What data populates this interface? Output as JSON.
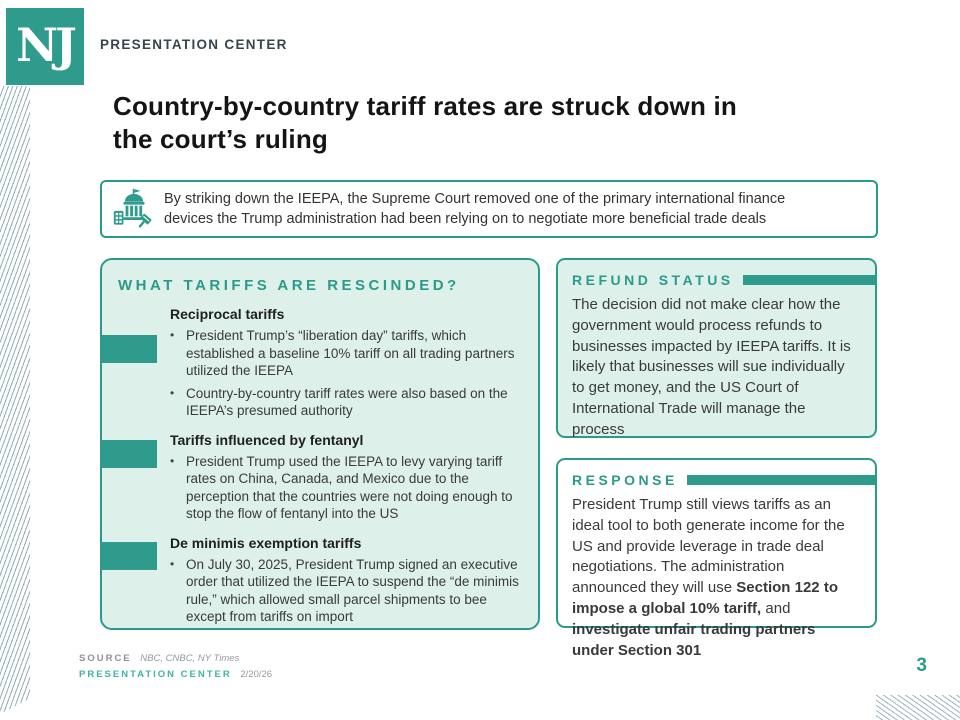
{
  "brand": {
    "logo_text": "NJ",
    "header": "PRESENTATION CENTER"
  },
  "title": "Country-by-country tariff rates are struck down in\nthe court’s ruling",
  "callout": {
    "icon": "capitol-gavel-icon",
    "text": "By striking down the IEEPA, the Supreme Court removed one of the primary international finance\ndevices the Trump administration had been relying on to negotiate more beneficial trade deals"
  },
  "left_panel": {
    "heading": "WHAT TARIFFS ARE RESCINDED?",
    "sections": [
      {
        "heading": "Reciprocal tariffs",
        "bullets": [
          "President Trump’s “liberation day” tariffs, which established a baseline 10% tariff on all trading partners utilized the IEEPA",
          "Country-by-country tariff rates were also based on the IEEPA’s presumed authority"
        ]
      },
      {
        "heading": "Tariffs influenced by fentanyl",
        "bullets": [
          "President Trump used the IEEPA to levy varying tariff rates on China, Canada, and Mexico due to the perception that the countries were not doing enough to stop the flow of fentanyl into the US"
        ]
      },
      {
        "heading": "De minimis exemption tariffs",
        "bullets": [
          "On July 30, 2025, President Trump signed an executive order that utilized the IEEPA to suspend the “de minimis rule,” which allowed small parcel shipments to bee except from tariffs on import"
        ]
      }
    ]
  },
  "refund_panel": {
    "heading": "REFUND STATUS",
    "body": "The decision did not make clear how the government would process refunds to businesses impacted by IEEPA tariffs. It is likely that businesses will sue individually to get money, and the US Court of International Trade will manage the process"
  },
  "response_panel": {
    "heading": "RESPONSE",
    "body_segments": [
      {
        "text": "President Trump still views tariffs as an ideal tool to both generate income for the US and provide leverage in trade deal negotiations. The administration announced they will use ",
        "bold": false
      },
      {
        "text": "Section 122 to impose a global 10% tariff,",
        "bold": true
      },
      {
        "text": " and ",
        "bold": false
      },
      {
        "text": "investigate unfair trading partners under Section 301",
        "bold": true
      }
    ]
  },
  "footer": {
    "source_label": "SOURCE",
    "source_value": "NBC, CNBC, NY Times",
    "brand_label": "PRESENTATION CENTER",
    "date": "2/20/26",
    "page_number": "3"
  },
  "colors": {
    "teal": "#2F9B8C",
    "teal_text": "#2A9A8B",
    "mint": "#DDF0EA",
    "footer_teal": "#3CB4A6",
    "hatch": "#93ACB4",
    "text_dark": "#3A3A3A"
  }
}
